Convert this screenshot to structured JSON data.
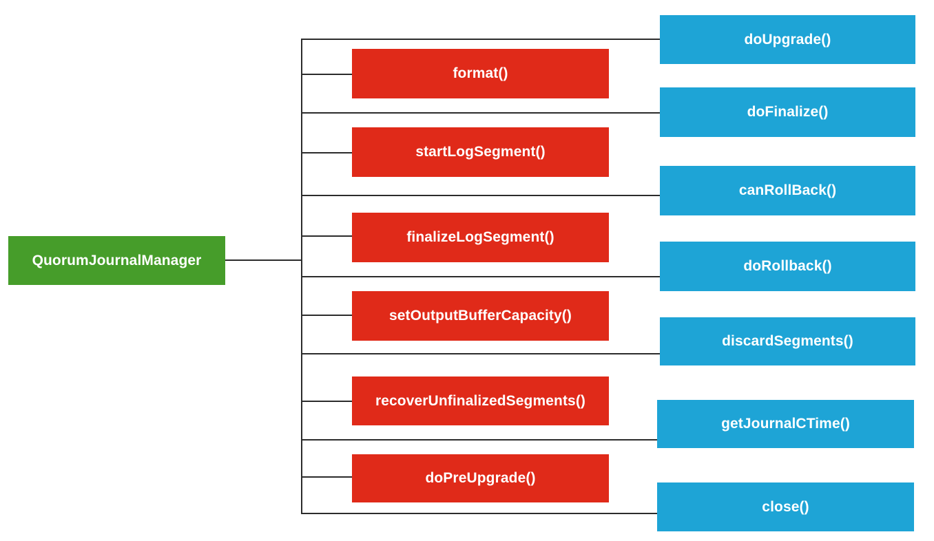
{
  "root": {
    "label": "QuorumJournalManager",
    "color": "#469d2a"
  },
  "left_methods": {
    "color": "#e02a19",
    "items": [
      "format()",
      "startLogSegment()",
      "finalizeLogSegment()",
      "setOutputBufferCapacity()",
      "recoverUnfinalizedSegments()",
      "doPreUpgrade()"
    ]
  },
  "right_methods": {
    "color": "#1ea4d6",
    "items": [
      "doUpgrade()",
      "doFinalize()",
      "canRollBack()",
      "doRollback()",
      "discardSegments()",
      "getJournalCTime()",
      "close()"
    ]
  },
  "connector_color": "#2b2b2b"
}
